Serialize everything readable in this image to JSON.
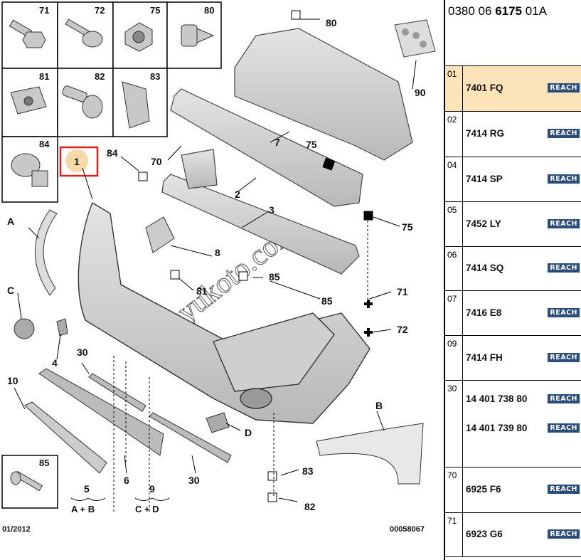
{
  "header": {
    "ref_prefix": "0380 06 ",
    "ref_bold": "6175",
    "ref_suffix": " 01A"
  },
  "thumbnails": [
    "71",
    "72",
    "75",
    "80",
    "81",
    "82",
    "83",
    "84",
    "85"
  ],
  "callouts": {
    "c1": "1",
    "c2": "2",
    "c3": "3",
    "c4": "4",
    "c5": "5",
    "c6": "6",
    "c7": "7",
    "c8": "8",
    "c9": "9",
    "c10": "10",
    "c30a": "30",
    "c30b": "30",
    "c70": "70",
    "c71": "71",
    "c72": "72",
    "c75a": "75",
    "c75b": "75",
    "c80": "80",
    "c81": "81",
    "c82": "82",
    "c83": "83",
    "c84": "84",
    "c85a": "85",
    "c85b": "85",
    "c90": "90",
    "cA": "A",
    "cB": "B",
    "cC": "C",
    "cD": "D"
  },
  "formulas": {
    "f5": "A + B",
    "f9": "C + D"
  },
  "footer": {
    "date": "01/2012",
    "code": "00058067"
  },
  "watermark": "duyukoto.com",
  "parts": [
    {
      "index": "01",
      "codes": [
        "7401 FQ"
      ],
      "badge": "REACH",
      "selected": true
    },
    {
      "index": "02",
      "codes": [
        "7414 RG"
      ],
      "badge": "REACH",
      "selected": false
    },
    {
      "index": "04",
      "codes": [
        "7414 SP"
      ],
      "badge": "REACH",
      "selected": false
    },
    {
      "index": "05",
      "codes": [
        "7452 LY"
      ],
      "badge": "REACH",
      "selected": false
    },
    {
      "index": "06",
      "codes": [
        "7414 SQ"
      ],
      "badge": "REACH",
      "selected": false
    },
    {
      "index": "07",
      "codes": [
        "7416 E8"
      ],
      "badge": "REACH",
      "selected": false
    },
    {
      "index": "09",
      "codes": [
        "7414 FH"
      ],
      "badge": "REACH",
      "selected": false
    },
    {
      "index": "30",
      "codes": [
        "14 401 738 80",
        "14 401 739 80"
      ],
      "badge": "REACH",
      "selected": false
    },
    {
      "index": "70",
      "codes": [
        "6925 F6"
      ],
      "badge": "REACH",
      "selected": false
    },
    {
      "index": "71",
      "codes": [
        "6923 G6"
      ],
      "badge": "REACH",
      "selected": false
    }
  ],
  "colors": {
    "selected_row": "#fde3ba",
    "badge": "#2b4d7a",
    "highlight_box": "#e02020"
  }
}
